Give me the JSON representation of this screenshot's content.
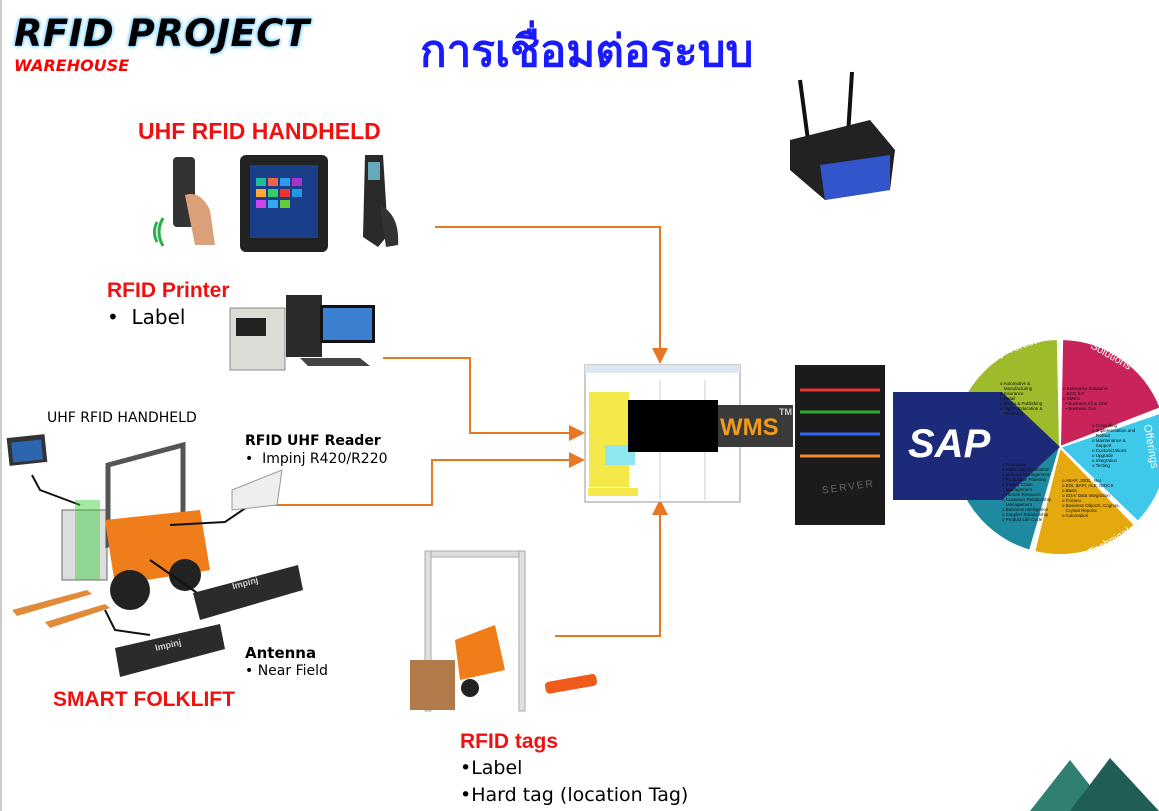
{
  "header": {
    "title": "RFID PROJECT",
    "subtitle": "WAREHOUSE",
    "thai_title": "การเชื่อมต่อระบบ"
  },
  "handheld_section": {
    "heading": "UHF RFID HANDHELD"
  },
  "printer_section": {
    "heading": "RFID Printer",
    "bullet": "•  Label"
  },
  "forklift_section": {
    "handheld_label": "UHF RFID HANDHELD",
    "reader_heading": "RFID UHF Reader",
    "reader_bullet": "•  Impinj R420/R220",
    "antenna_heading": "Antenna",
    "antenna_bullet": "• Near Field",
    "title": "SMART FOLKLIFT",
    "antenna_brand": "Impinj"
  },
  "tags_section": {
    "heading": "RFID tags",
    "bullets": [
      "•Label",
      "•Hard tag (location Tag)"
    ]
  },
  "wms": {
    "logo": "WMS",
    "tm": "TM"
  },
  "server": {
    "label": "SERVER"
  },
  "sap": {
    "logo": "SAP",
    "segments": [
      {
        "title": "Industry Verticals",
        "color": "#9dbb2a",
        "items": "o Automotive &\n   Manufacturing\no Insurance\no Retail\no Media & Publishing\no Higher Education &\n   Research"
      },
      {
        "title": "Solutions",
        "color": "#c8245a",
        "items": "o Enterprise Solutions-\n   ECC 6.0\no SME's\n  • Business All in One\n  • Business One"
      },
      {
        "title": "Offerings",
        "color": "#3ec8ea",
        "items": "o Consulting\no Implementation and\n   Rollout\no Maintenance &\n   Support\no Customizations\no Upgrade\no Integration\no Testing"
      },
      {
        "title": "Technical",
        "color": "#e4a90e",
        "items": "o ABAP, J2EE, .Net\no EDI, BAPI, ALE, IDOCS\no Basis\no SOA/ Data Integration\no Fiorano\no Business Objects, Cognos,\n   Crystal Reports\no Automation"
      },
      {
        "title": "Functional",
        "color": "#1e8aa0",
        "items": "o Financials\no Sales and Distribution\no Material Management\no Production Planning\no Supply Chain\n   Management\no Human Resource\no Customer Relationship\n   Management\no Business Intelligence\no Supplier Relationship\no Product Life Cycle"
      }
    ]
  },
  "colors": {
    "arrow": "#e87722",
    "accent_red": "#f01010",
    "thai_blue": "#1a1aff",
    "sap_blue": "#1c2a7a"
  }
}
